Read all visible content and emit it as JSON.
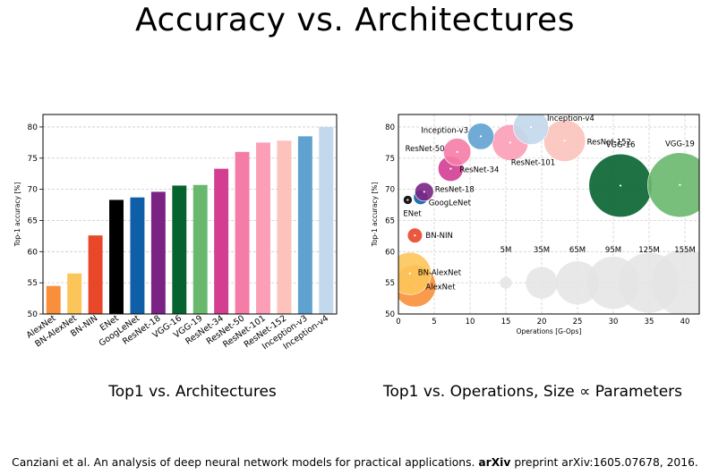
{
  "slide": {
    "title": "Accuracy vs. Architectures",
    "caption_left": "Top1 vs. Architectures",
    "caption_right": "Top1 vs. Operations, Size ∝ Parameters",
    "citation_pre": "Canziani et al. An analysis of deep neural network models for practical applications.",
    "citation_bold": "arXiv",
    "citation_post": "preprint arXiv:1605.07678, 2016."
  },
  "chart_data": [
    {
      "type": "bar",
      "ylabel": "Top-1 accuracy [%]",
      "xlabel": "",
      "ylim": [
        50,
        82
      ],
      "yticks": [
        50,
        55,
        60,
        65,
        70,
        75,
        80
      ],
      "grid": true,
      "categories": [
        "AlexNet",
        "BN-AlexNet",
        "BN-NIN",
        "ENet",
        "GoogLeNet",
        "ResNet-18",
        "VGG-16",
        "VGG-19",
        "ResNet-34",
        "ResNet-50",
        "ResNet-101",
        "ResNet-152",
        "Inception-v3",
        "Inception-v4"
      ],
      "values": [
        54.5,
        56.5,
        62.6,
        68.3,
        68.7,
        69.6,
        70.6,
        70.7,
        73.3,
        76.0,
        77.5,
        77.8,
        78.5,
        80.0
      ],
      "colors": [
        "#f98f3a",
        "#fcc55a",
        "#e8472a",
        "#000000",
        "#0f5fa8",
        "#7b2385",
        "#06632f",
        "#6ab86e",
        "#d33d92",
        "#f57ca6",
        "#fb9fb7",
        "#fcc2bb",
        "#5fa2d0",
        "#c2d8ec"
      ]
    },
    {
      "type": "scatter",
      "xlabel": "Operations [G-Ops]",
      "ylabel": "Top-1 accuracy [%]",
      "xlim": [
        0,
        42
      ],
      "ylim": [
        50,
        82
      ],
      "xticks": [
        0,
        5,
        10,
        15,
        20,
        25,
        30,
        35,
        40
      ],
      "yticks": [
        50,
        55,
        60,
        65,
        70,
        75,
        80
      ],
      "grid": true,
      "points": [
        {
          "name": "AlexNet",
          "x": 2.3,
          "y": 54.5,
          "params": 61,
          "color": "#f98f3a"
        },
        {
          "name": "BN-AlexNet",
          "x": 1.6,
          "y": 56.5,
          "params": 62,
          "color": "#fcc55a"
        },
        {
          "name": "BN-NIN",
          "x": 2.3,
          "y": 62.6,
          "params": 7.6,
          "color": "#e8472a"
        },
        {
          "name": "ENet",
          "x": 1.3,
          "y": 68.3,
          "params": 0.4,
          "color": "#000000"
        },
        {
          "name": "GoogLeNet",
          "x": 3.1,
          "y": 68.7,
          "params": 7,
          "color": "#0f5fa8"
        },
        {
          "name": "ResNet-18",
          "x": 3.6,
          "y": 69.6,
          "params": 12,
          "color": "#7b2385"
        },
        {
          "name": "VGG-16",
          "x": 31.0,
          "y": 70.6,
          "params": 138,
          "color": "#06632f"
        },
        {
          "name": "VGG-19",
          "x": 39.3,
          "y": 70.7,
          "params": 144,
          "color": "#6ab86e"
        },
        {
          "name": "ResNet-34",
          "x": 7.3,
          "y": 73.3,
          "params": 22,
          "color": "#d33d92"
        },
        {
          "name": "ResNet-50",
          "x": 8.2,
          "y": 76.0,
          "params": 26,
          "color": "#f57ca6"
        },
        {
          "name": "ResNet-101",
          "x": 15.6,
          "y": 77.5,
          "params": 45,
          "color": "#fb9fb7"
        },
        {
          "name": "ResNet-152",
          "x": 23.2,
          "y": 77.8,
          "params": 60,
          "color": "#fcc2bb"
        },
        {
          "name": "Inception-v3",
          "x": 11.5,
          "y": 78.5,
          "params": 24,
          "color": "#5fa2d0"
        },
        {
          "name": "Inception-v4",
          "x": 18.5,
          "y": 80.0,
          "params": 43,
          "color": "#c2d8ec"
        }
      ],
      "size_legend": [
        {
          "label": "5M",
          "x": 15,
          "params": 5
        },
        {
          "label": "35M",
          "x": 20,
          "params": 35
        },
        {
          "label": "65M",
          "x": 25,
          "params": 65
        },
        {
          "label": "95M",
          "x": 30,
          "params": 95
        },
        {
          "label": "125M",
          "x": 35,
          "params": 125
        },
        {
          "label": "155M",
          "x": 40,
          "params": 155
        }
      ],
      "size_legend_y": 55
    }
  ]
}
